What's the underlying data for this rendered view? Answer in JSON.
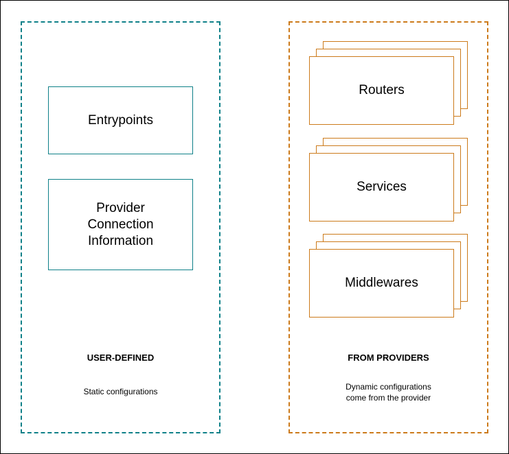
{
  "left_panel": {
    "boxes": [
      "Entrypoints",
      [
        "Provider",
        "Connection",
        "Information"
      ]
    ],
    "heading": "USER-DEFINED",
    "caption": [
      "Static configurations"
    ],
    "color": "#0e8088"
  },
  "right_panel": {
    "stacks": [
      "Routers",
      "Services",
      "Middlewares"
    ],
    "heading": "FROM PROVIDERS",
    "caption": [
      "Dynamic configurations",
      "come from the provider"
    ],
    "color": "#cc7a1a"
  }
}
